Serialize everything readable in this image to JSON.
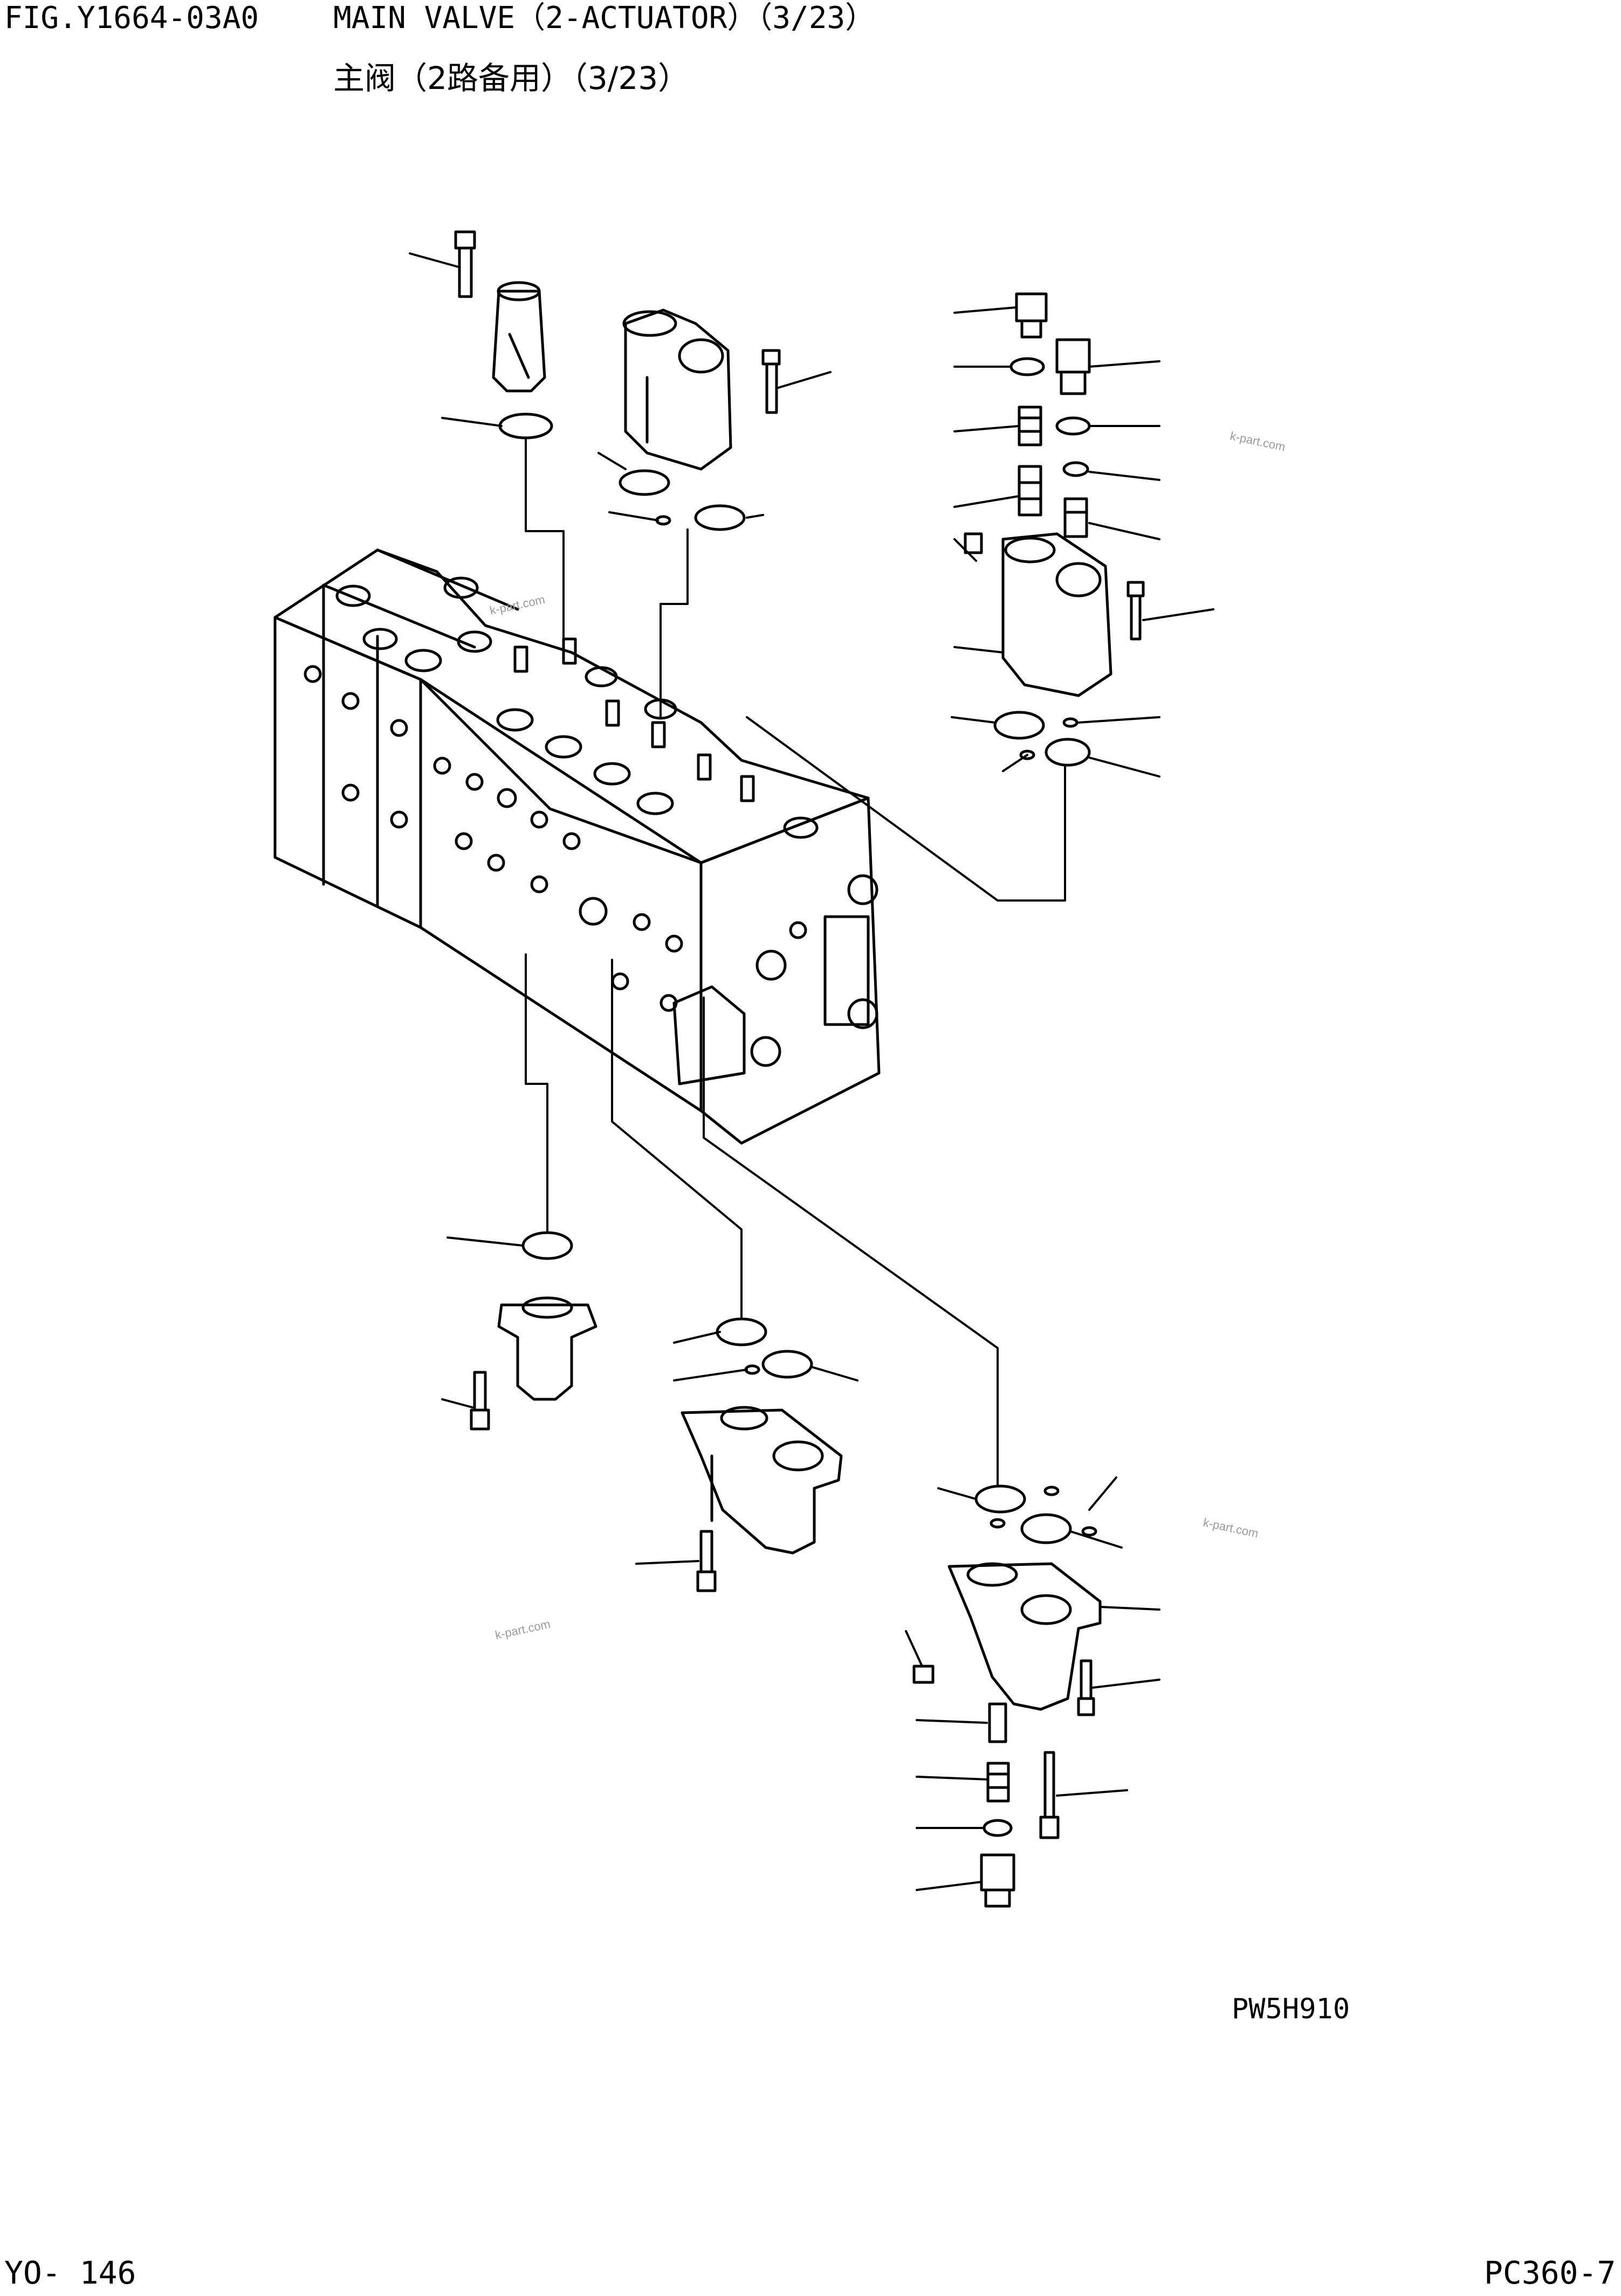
{
  "header": {
    "figure_id": "FIG.Y1664-03A0",
    "title_en": "MAIN VALVE（2-ACTUATOR）（3/23）",
    "title_cn": "主阀（2路备用）（3/23）"
  },
  "diagram": {
    "drawing_code": "PW5H910",
    "watermarks": [
      "k-part.com",
      "k-part.com",
      "k-part.com",
      "k-part.com"
    ]
  },
  "footer": {
    "page_number": "YO- 146",
    "model": "PC360-7"
  }
}
